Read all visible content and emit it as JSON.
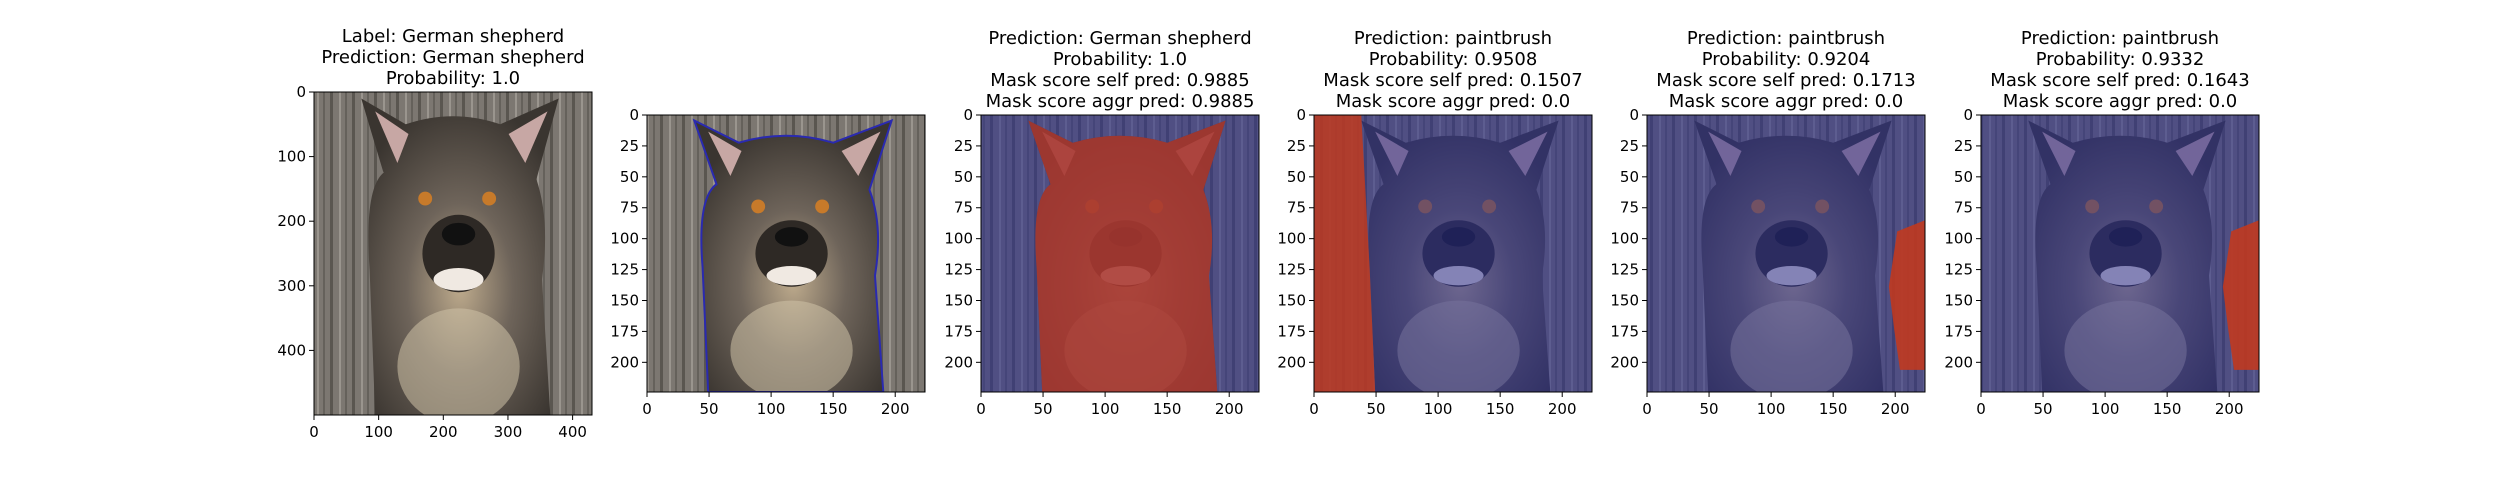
{
  "chart_data": [
    {
      "type": "image",
      "title_lines": [
        "Label: German shepherd",
        "Prediction: German shepherd",
        "Probability: 1.0"
      ],
      "xlim": [
        0,
        430
      ],
      "ylim": [
        0,
        500
      ],
      "xticks": [
        0,
        100,
        200,
        300,
        400
      ],
      "yticks": [
        0,
        100,
        200,
        300,
        400
      ],
      "overlay": "none",
      "image_subject": "dog photo"
    },
    {
      "type": "image",
      "title_lines": [],
      "xlim": [
        0,
        224
      ],
      "ylim": [
        0,
        224
      ],
      "xticks": [
        0,
        50,
        100,
        150,
        200
      ],
      "yticks": [
        0,
        25,
        50,
        75,
        100,
        125,
        150,
        175,
        200
      ],
      "overlay": "outline",
      "image_subject": "dog photo"
    },
    {
      "type": "image",
      "title_lines": [
        "Prediction: German shepherd",
        "Probability: 1.0",
        "Mask score self pred: 0.9885",
        "Mask score aggr pred: 0.9885"
      ],
      "xlim": [
        0,
        224
      ],
      "ylim": [
        0,
        224
      ],
      "xticks": [
        0,
        50,
        100,
        150,
        200
      ],
      "yticks": [
        0,
        25,
        50,
        75,
        100,
        125,
        150,
        175,
        200
      ],
      "overlay": "mask-dog",
      "image_subject": "dog photo"
    },
    {
      "type": "image",
      "title_lines": [
        "Prediction: paintbrush",
        "Probability: 0.9508",
        "Mask score self pred: 0.1507",
        "Mask score aggr pred: 0.0"
      ],
      "xlim": [
        0,
        224
      ],
      "ylim": [
        0,
        224
      ],
      "xticks": [
        0,
        50,
        100,
        150,
        200
      ],
      "yticks": [
        0,
        25,
        50,
        75,
        100,
        125,
        150,
        175,
        200
      ],
      "overlay": "mask-left",
      "image_subject": "dog photo"
    },
    {
      "type": "image",
      "title_lines": [
        "Prediction: paintbrush",
        "Probability: 0.9204",
        "Mask score self pred: 0.1713",
        "Mask score aggr pred: 0.0"
      ],
      "xlim": [
        0,
        224
      ],
      "ylim": [
        0,
        224
      ],
      "xticks": [
        0,
        50,
        100,
        150,
        200
      ],
      "yticks": [
        0,
        25,
        50,
        75,
        100,
        125,
        150,
        175,
        200
      ],
      "overlay": "mask-right",
      "image_subject": "dog photo"
    },
    {
      "type": "image",
      "title_lines": [
        "Prediction: paintbrush",
        "Probability: 0.9332",
        "Mask score self pred: 0.1643",
        "Mask score aggr pred: 0.0"
      ],
      "xlim": [
        0,
        224
      ],
      "ylim": [
        0,
        224
      ],
      "xticks": [
        0,
        50,
        100,
        150,
        200
      ],
      "yticks": [
        0,
        25,
        50,
        75,
        100,
        125,
        150,
        175,
        200
      ],
      "overlay": "mask-right",
      "image_subject": "dog photo"
    }
  ],
  "colors": {
    "background_wood": "#7c7771",
    "fur_dark": "#3a3530",
    "fur_mid": "#6e645a",
    "fur_light": "#bdaa8c",
    "mask_red": "#c0391f",
    "mask_blue": "#2b2f92",
    "outline": "#2a2ab0"
  }
}
